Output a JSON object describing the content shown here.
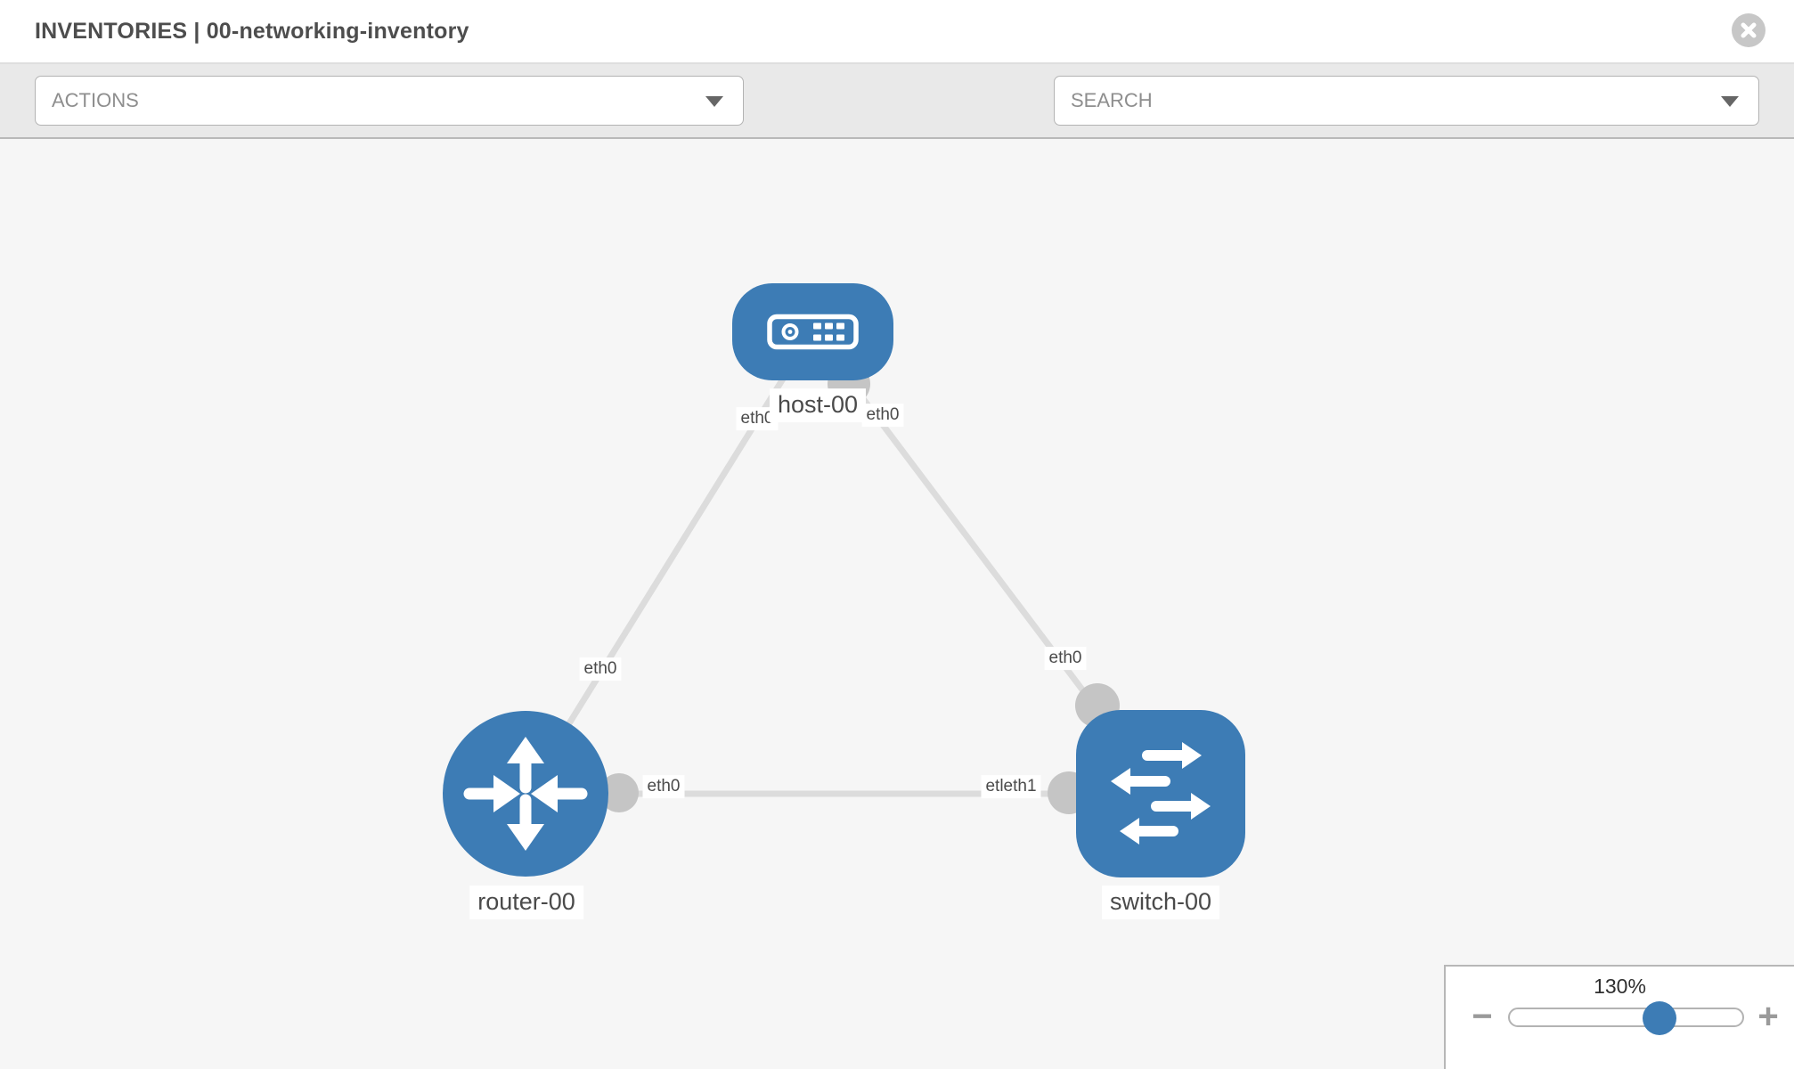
{
  "header": {
    "title": "INVENTORIES | 00-networking-inventory"
  },
  "toolbar": {
    "actions_placeholder": "ACTIONS",
    "search_placeholder": "SEARCH"
  },
  "icons": {
    "close": "close-icon",
    "wrench": "wrench-icon",
    "key": "key-icon",
    "caret": "chevron-down-icon"
  },
  "diagram": {
    "nodes": [
      {
        "id": "host-00",
        "type": "host",
        "label": "host-00"
      },
      {
        "id": "router-00",
        "type": "router",
        "label": "router-00"
      },
      {
        "id": "switch-00",
        "type": "switch",
        "label": "switch-00"
      }
    ],
    "links": [
      {
        "from": "host-00",
        "to": "router-00"
      },
      {
        "from": "host-00",
        "to": "switch-00"
      },
      {
        "from": "router-00",
        "to": "switch-00"
      }
    ],
    "interface_labels": [
      {
        "text": "eth0",
        "near": "host-00",
        "link": "host-00_router-00"
      },
      {
        "text": "eth0",
        "near": "host-00",
        "link": "host-00_switch-00"
      },
      {
        "text": "eth0",
        "near": "router-00",
        "link": "host-00_router-00"
      },
      {
        "text": "eth0",
        "near": "switch-00",
        "link": "host-00_switch-00"
      },
      {
        "text": "eth0",
        "near": "router-00",
        "link": "router-00_switch-00"
      },
      {
        "text": "etleth1",
        "near": "switch-00",
        "link": "router-00_switch-00"
      }
    ]
  },
  "zoom_control": {
    "level": "130%",
    "minus_label": "−",
    "plus_label": "+"
  },
  "colors": {
    "node_blue": "#3d7cb5",
    "link_gray": "#dcdcdc",
    "endpoint_gray": "#c5c5c5",
    "icon_gray": "#747c87"
  }
}
